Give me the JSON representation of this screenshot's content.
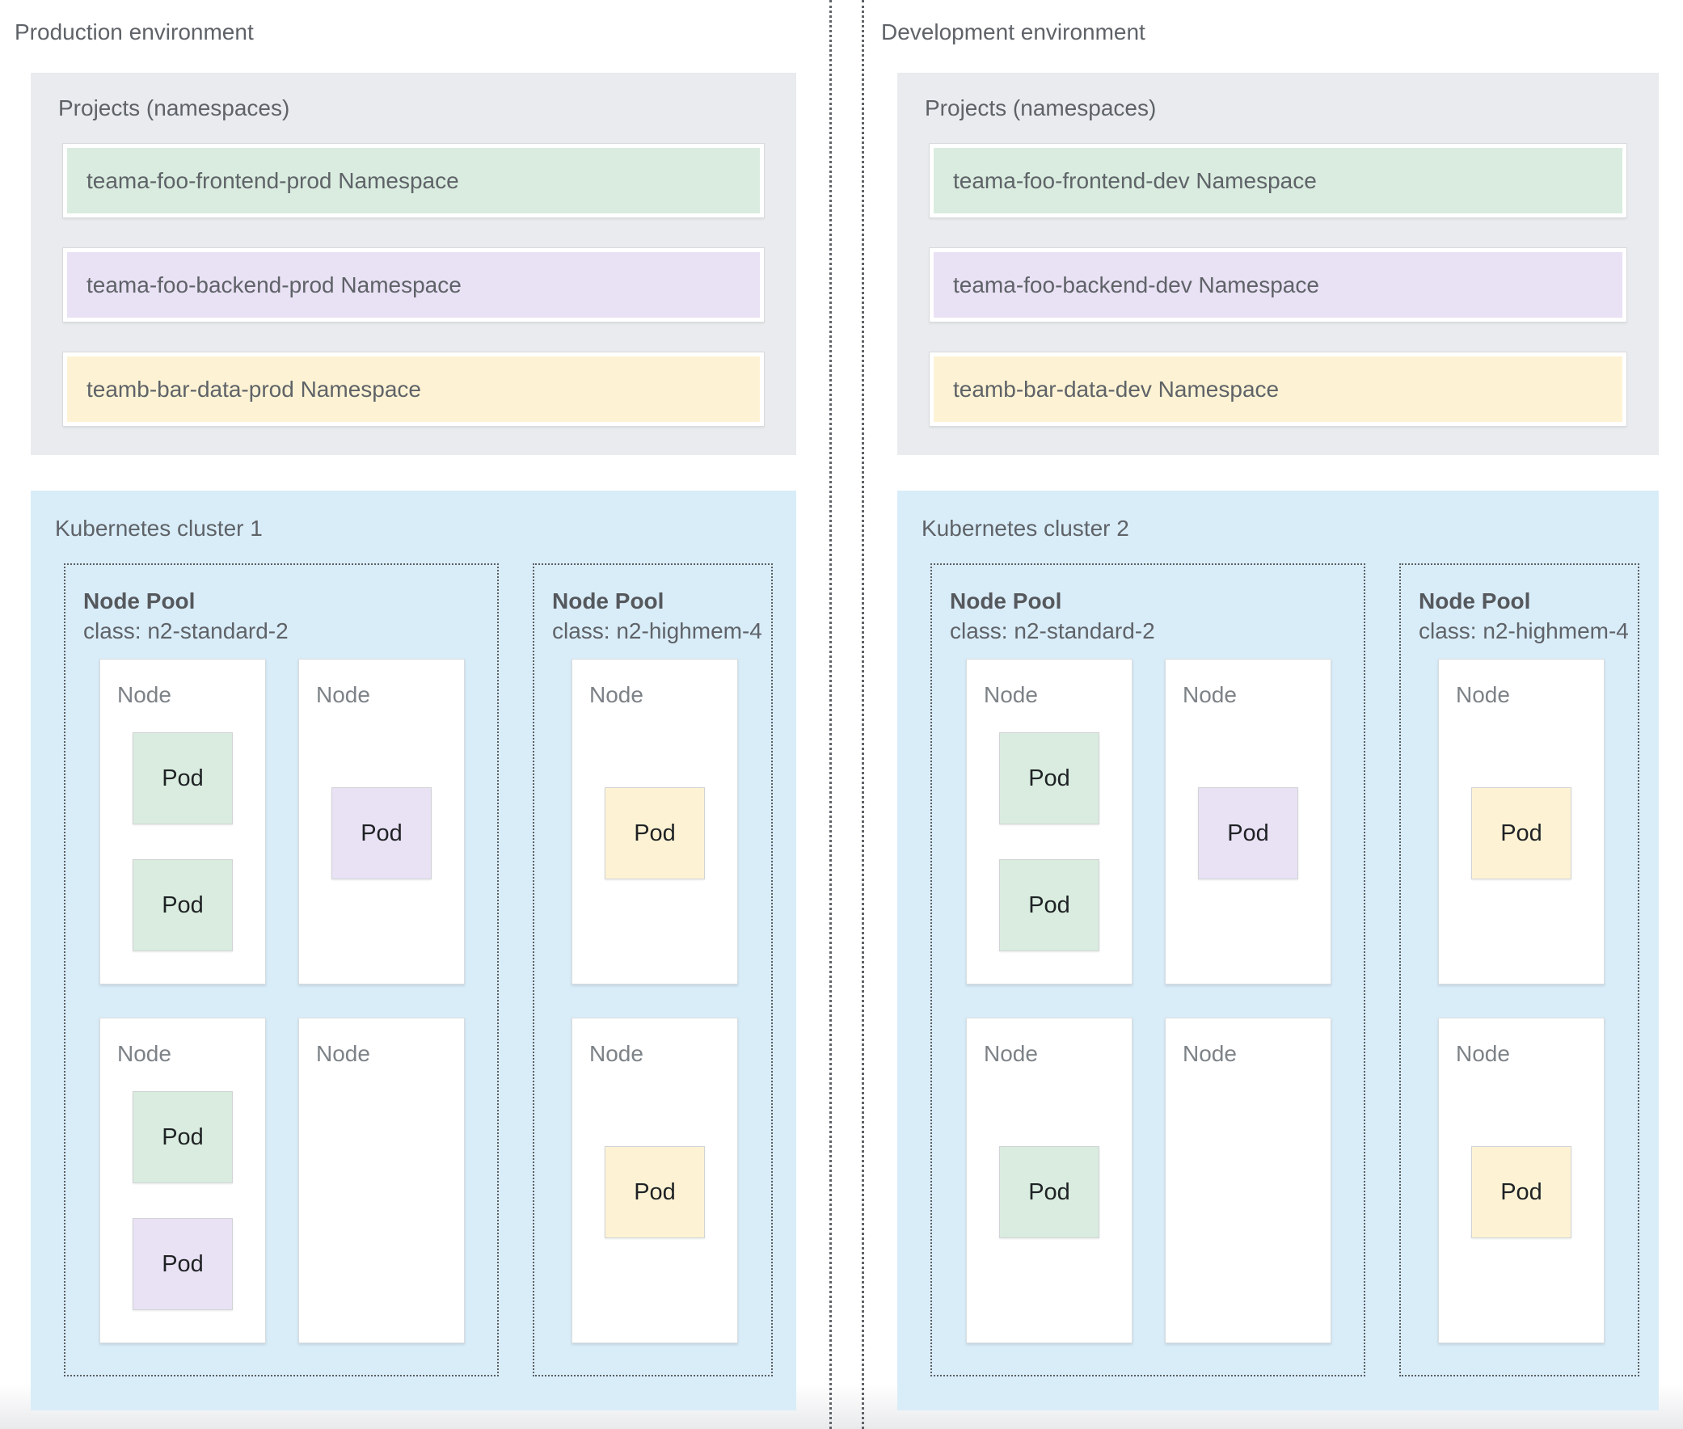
{
  "palette": {
    "frontend_green": "#d9ecdf",
    "backend_purple": "#e9e1f4",
    "data_yellow": "#fdf3d4",
    "projects_grey": "#e9ebee",
    "cluster_blue": "#d9edf9"
  },
  "environments": [
    {
      "name": "production",
      "title": "Production environment",
      "projects": {
        "title": "Projects (namespaces)",
        "namespaces": [
          {
            "label": "teama-foo-frontend-prod Namespace",
            "color": "frontend_green"
          },
          {
            "label": "teama-foo-backend-prod Namespace",
            "color": "backend_purple"
          },
          {
            "label": "teamb-bar-data-prod Namespace",
            "color": "data_yellow"
          }
        ]
      },
      "cluster": {
        "title": "Kubernetes cluster 1",
        "node_pools": [
          {
            "title": "Node Pool",
            "node_class": "class: n2-standard-2",
            "columns": 2,
            "nodes": [
              {
                "label": "Node",
                "pods": [
                  {
                    "label": "Pod",
                    "color": "frontend_green"
                  },
                  {
                    "label": "Pod",
                    "color": "frontend_green"
                  }
                ]
              },
              {
                "label": "Node",
                "pods": [
                  {
                    "label": "Pod",
                    "color": "backend_purple"
                  }
                ]
              },
              {
                "label": "Node",
                "pods": [
                  {
                    "label": "Pod",
                    "color": "frontend_green"
                  },
                  {
                    "label": "Pod",
                    "color": "backend_purple"
                  }
                ]
              },
              {
                "label": "Node",
                "pods": []
              }
            ]
          },
          {
            "title": "Node Pool",
            "node_class": "class: n2-highmem-4",
            "columns": 1,
            "nodes": [
              {
                "label": "Node",
                "pods": [
                  {
                    "label": "Pod",
                    "color": "data_yellow"
                  }
                ]
              },
              {
                "label": "Node",
                "pods": [
                  {
                    "label": "Pod",
                    "color": "data_yellow"
                  }
                ]
              }
            ]
          }
        ]
      }
    },
    {
      "name": "development",
      "title": "Development environment",
      "projects": {
        "title": "Projects (namespaces)",
        "namespaces": [
          {
            "label": "teama-foo-frontend-dev Namespace",
            "color": "frontend_green"
          },
          {
            "label": "teama-foo-backend-dev Namespace",
            "color": "backend_purple"
          },
          {
            "label": "teamb-bar-data-dev Namespace",
            "color": "data_yellow"
          }
        ]
      },
      "cluster": {
        "title": "Kubernetes cluster 2",
        "node_pools": [
          {
            "title": "Node Pool",
            "node_class": "class: n2-standard-2",
            "columns": 2,
            "nodes": [
              {
                "label": "Node",
                "pods": [
                  {
                    "label": "Pod",
                    "color": "frontend_green"
                  },
                  {
                    "label": "Pod",
                    "color": "frontend_green"
                  }
                ]
              },
              {
                "label": "Node",
                "pods": [
                  {
                    "label": "Pod",
                    "color": "backend_purple"
                  }
                ]
              },
              {
                "label": "Node",
                "pods": [
                  {
                    "label": "Pod",
                    "color": "frontend_green"
                  }
                ]
              },
              {
                "label": "Node",
                "pods": []
              }
            ]
          },
          {
            "title": "Node Pool",
            "node_class": "class: n2-highmem-4",
            "columns": 1,
            "nodes": [
              {
                "label": "Node",
                "pods": [
                  {
                    "label": "Pod",
                    "color": "data_yellow"
                  }
                ]
              },
              {
                "label": "Node",
                "pods": [
                  {
                    "label": "Pod",
                    "color": "data_yellow"
                  }
                ]
              }
            ]
          }
        ]
      }
    }
  ]
}
